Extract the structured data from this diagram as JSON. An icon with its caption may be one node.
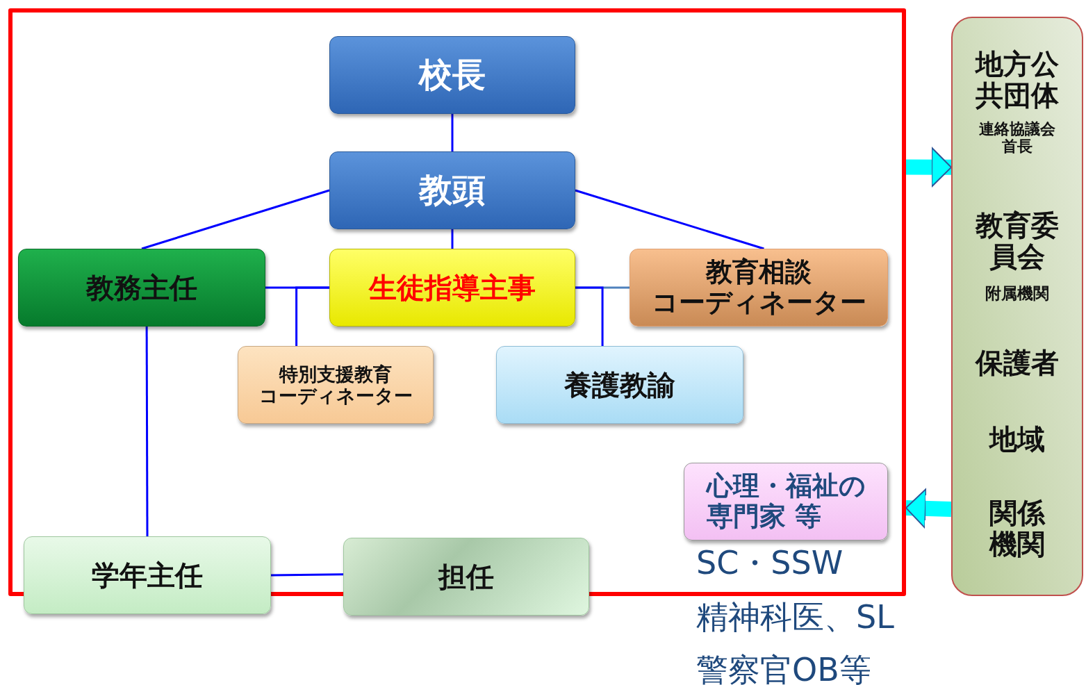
{
  "diagram": {
    "nodes": [
      {
        "text": [],
        "shape": "box"
      },
      {
        "text": [
          "校長"
        ],
        "in": 0
      },
      {
        "text": [
          "教頭"
        ],
        "in": 0
      },
      {
        "text": [
          "教務主任"
        ],
        "in": 0
      },
      {
        "text": [
          "生徒指導主事"
        ],
        "in": 0
      },
      {
        "text": [
          "教育相談コーディネーター"
        ],
        "in": 0
      },
      {
        "text": [
          "特別支援教育コーディネーター"
        ],
        "in": 0
      },
      {
        "text": [
          "養護教諭"
        ],
        "in": 0
      },
      {
        "text": [
          "心理・福祉の専門家 等"
        ],
        "in": 0,
        "beside": [
          "SC・SSW",
          "精神科医、SL",
          "警察官OB等"
        ]
      },
      {
        "text": [
          "学年主任"
        ]
      },
      {
        "text": [
          "担任"
        ]
      },
      {
        "text": [
          "地方公共団体",
          "連絡協議会首長",
          "教育委員会",
          "附属機関",
          "保護者",
          "地域",
          "関係機関"
        ]
      }
    ],
    "edges": [
      {
        "from": 1,
        "to": 2,
        "arrow": "none"
      },
      {
        "from": 2,
        "to": 3,
        "arrow": "none"
      },
      {
        "from": 2,
        "to": 4,
        "arrow": "none"
      },
      {
        "from": 2,
        "to": 5,
        "arrow": "none"
      },
      {
        "from": 3,
        "to": 4,
        "arrow": "none"
      },
      {
        "from": 4,
        "to": 6,
        "arrow": "none"
      },
      {
        "from": 4,
        "to": 5,
        "arrow": "none",
        "color": "#4f81bd"
      },
      {
        "from": 4,
        "to": 7,
        "arrow": "none"
      },
      {
        "from": 3,
        "to": 9,
        "arrow": "none"
      },
      {
        "from": 9,
        "to": 10,
        "arrow": "none"
      },
      {
        "from": 0,
        "to": 11,
        "arrow": "to",
        "style": "thick",
        "color": "#00ffff"
      },
      {
        "from": 11,
        "to": 0,
        "arrow": "to",
        "style": "thick",
        "color": "#00ffff"
      }
    ]
  }
}
